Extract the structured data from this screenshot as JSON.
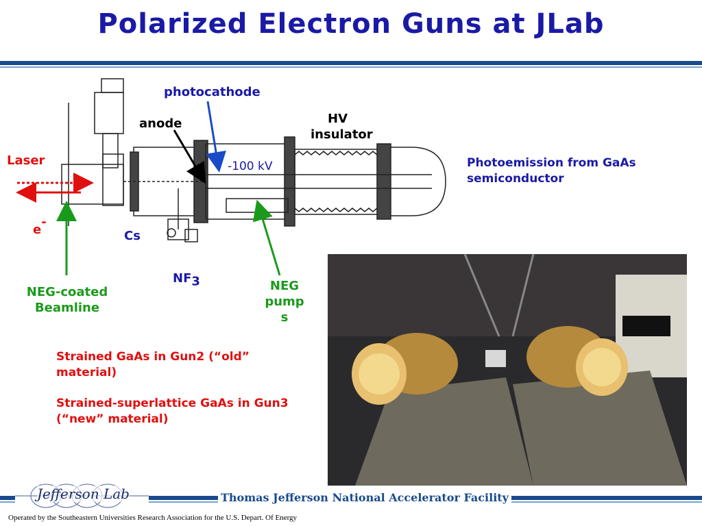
{
  "header": {
    "title": "Polarized Electron Guns at JLab"
  },
  "diagram": {
    "labels": {
      "photocathode": "photocathode",
      "anode": "anode",
      "hv_insulator_line1": "HV",
      "hv_insulator_line2": "insulator",
      "laser": "Laser",
      "voltage": "-100 kV",
      "electron": "e",
      "electron_sup": "-",
      "cs": "Cs",
      "nf3": "NF",
      "nf3_sub": "3",
      "neg_beamline_line1": "NEG-coated",
      "neg_beamline_line2": "Beamline",
      "neg_pumps_line1": "NEG",
      "neg_pumps_line2": "pump",
      "neg_pumps_line3": "s"
    },
    "colors": {
      "blue": "#1a1aa6",
      "red": "#e01010",
      "green": "#1a9a1a"
    }
  },
  "notes": {
    "photoemission": "Photoemission from GaAs semiconductor",
    "gun2": "Strained GaAs in Gun2 (“old” material)",
    "gun3": "Strained-superlattice GaAs in Gun3 (“new” material)"
  },
  "footer": {
    "logo_text": "Jefferson Lab",
    "facility": "Thomas Jefferson National Accelerator Facility",
    "operated": "Operated by the Southeastern Universities Research Association for the U.S. Depart. Of Energy"
  }
}
